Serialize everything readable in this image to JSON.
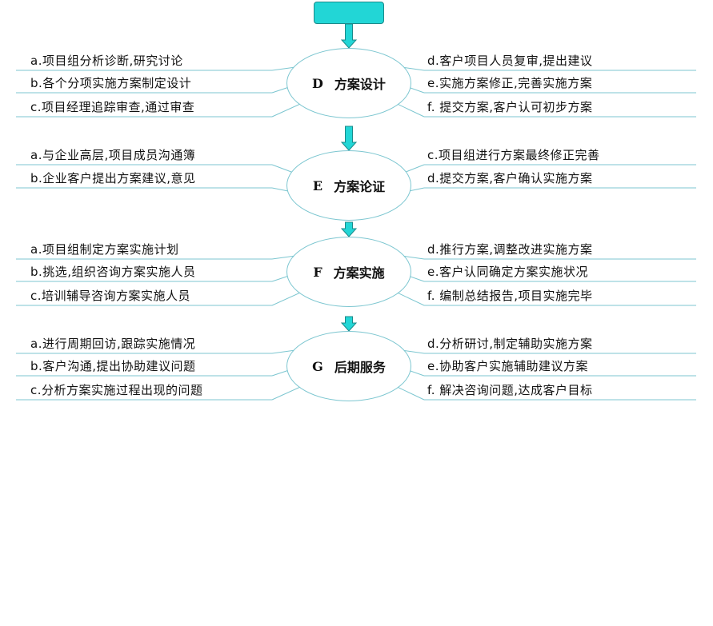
{
  "colors": {
    "arrow": "#22d6d6",
    "lines": "#7cc6d0",
    "circle_border": "#7cc6d0",
    "top_box": "#22d6d6"
  },
  "top_box": {
    "label": ""
  },
  "stages": [
    {
      "letter": "D",
      "title": "方案设计",
      "left": [
        "a.项目组分析诊断,研究讨论",
        "b.各个分项实施方案制定设计",
        "c.项目经理追踪审查,通过审查"
      ],
      "right": [
        "d.客户项目人员复审,提出建议",
        "e.实施方案修正,完善实施方案",
        "f.  提交方案,客户认可初步方案"
      ]
    },
    {
      "letter": "E",
      "title": "方案论证",
      "left": [
        "a.与企业高层,项目成员沟通簿",
        "b.企业客户提出方案建议,意见"
      ],
      "right": [
        "c.项目组进行方案最终修正完善",
        "d.提交方案,客户确认实施方案"
      ]
    },
    {
      "letter": "F",
      "title": "方案实施",
      "left": [
        "a.项目组制定方案实施计划",
        "b.挑选,组织咨询方案实施人员",
        "c.培训辅导咨询方案实施人员"
      ],
      "right": [
        "d.推行方案,调整改进实施方案",
        "e.客户认同确定方案实施状况",
        "f.  编制总结报告,项目实施完毕"
      ]
    },
    {
      "letter": "G",
      "title": "后期服务",
      "left": [
        "a.进行周期回访,跟踪实施情况",
        "b.客户沟通,提出协助建议问题",
        "c.分析方案实施过程出现的问题"
      ],
      "right": [
        "d.分析研讨,制定辅助实施方案",
        "e.协助客户实施辅助建议方案",
        "f.  解决咨询问题,达成客户目标"
      ]
    }
  ]
}
